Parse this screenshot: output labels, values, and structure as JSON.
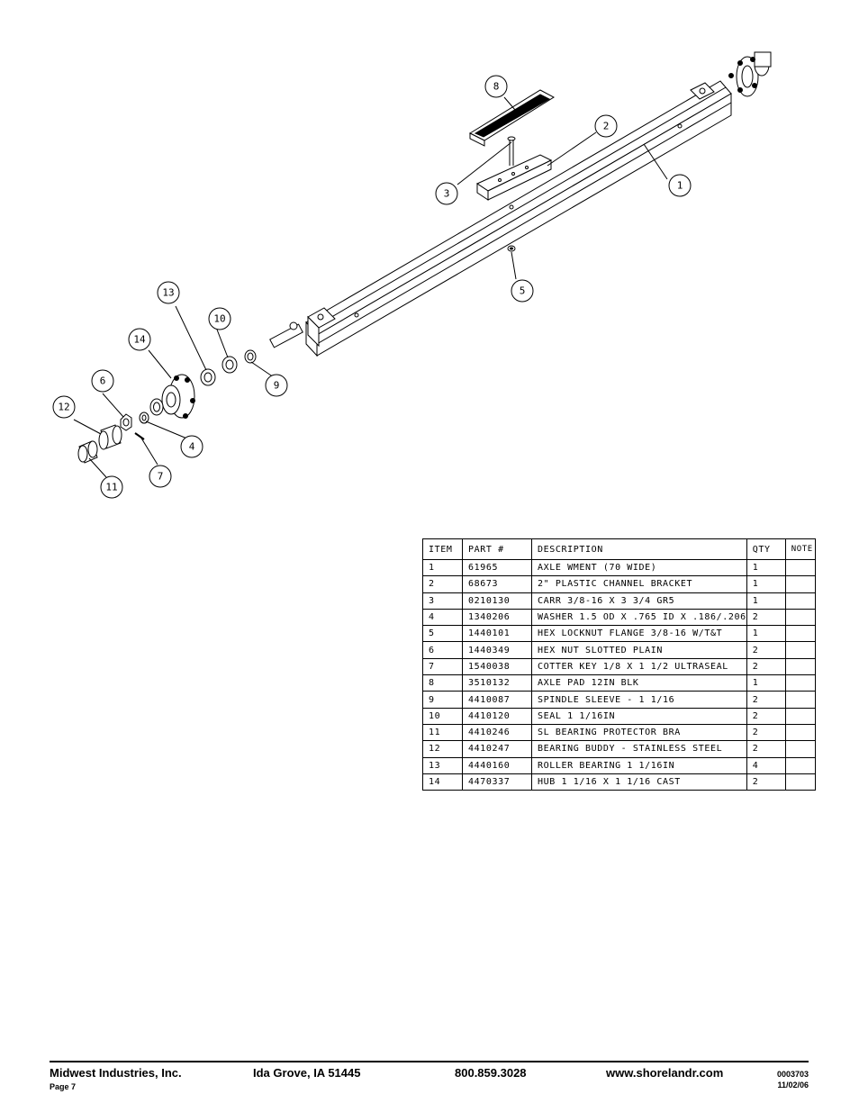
{
  "callouts": {
    "c1": "1",
    "c2": "2",
    "c3": "3",
    "c4": "4",
    "c5": "5",
    "c6": "6",
    "c7": "7",
    "c8": "8",
    "c9": "9",
    "c10": "10",
    "c11": "11",
    "c12": "12",
    "c13": "13",
    "c14": "14"
  },
  "table": {
    "headers": {
      "item": "ITEM",
      "part": "PART #",
      "description": "DESCRIPTION",
      "qty": "QTY",
      "note": "NOTE"
    },
    "rows": [
      {
        "item": "1",
        "part": "61965",
        "description": "AXLE WMENT (70 WIDE)",
        "qty": "1",
        "note": ""
      },
      {
        "item": "2",
        "part": "68673",
        "description": "2\" PLASTIC CHANNEL BRACKET",
        "qty": "1",
        "note": ""
      },
      {
        "item": "3",
        "part": "0210130",
        "description": "CARR 3/8-16 X 3 3/4 GR5",
        "qty": "1",
        "note": ""
      },
      {
        "item": "4",
        "part": "1340206",
        "description": "WASHER 1.5 OD X .765 ID X .186/.206",
        "qty": "2",
        "note": ""
      },
      {
        "item": "5",
        "part": "1440101",
        "description": "HEX LOCKNUT FLANGE 3/8-16 W/T&T",
        "qty": "1",
        "note": ""
      },
      {
        "item": "6",
        "part": "1440349",
        "description": "HEX NUT SLOTTED PLAIN",
        "qty": "2",
        "note": ""
      },
      {
        "item": "7",
        "part": "1540038",
        "description": "COTTER KEY 1/8 X 1 1/2 ULTRASEAL",
        "qty": "2",
        "note": ""
      },
      {
        "item": "8",
        "part": "3510132",
        "description": "AXLE PAD 12IN  BLK",
        "qty": "1",
        "note": ""
      },
      {
        "item": "9",
        "part": "4410087",
        "description": "SPINDLE SLEEVE - 1 1/16",
        "qty": "2",
        "note": ""
      },
      {
        "item": "10",
        "part": "4410120",
        "description": "SEAL  1 1/16IN",
        "qty": "2",
        "note": ""
      },
      {
        "item": "11",
        "part": "4410246",
        "description": "SL BEARING PROTECTOR BRA",
        "qty": "2",
        "note": ""
      },
      {
        "item": "12",
        "part": "4410247",
        "description": "BEARING BUDDY - STAINLESS STEEL",
        "qty": "2",
        "note": ""
      },
      {
        "item": "13",
        "part": "4440160",
        "description": "ROLLER BEARING   1 1/16IN",
        "qty": "4",
        "note": ""
      },
      {
        "item": "14",
        "part": "4470337",
        "description": "HUB   1 1/16 X 1 1/16 CAST",
        "qty": "2",
        "note": ""
      }
    ]
  },
  "footer": {
    "company": "Midwest Industries, Inc.",
    "page": "Page 7",
    "city": "Ida Grove, IA  51445",
    "phone": "800.859.3028",
    "website": "www.shorelandr.com",
    "doc_number": "0003703",
    "date": "11/02/06"
  }
}
